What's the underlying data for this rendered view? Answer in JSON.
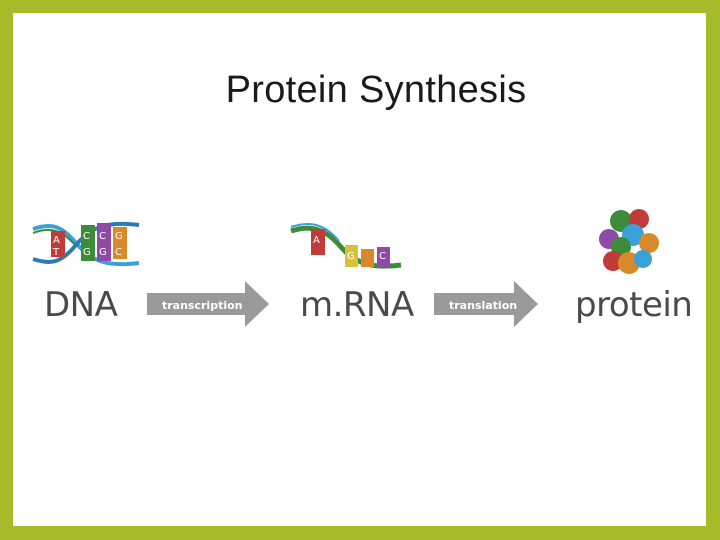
{
  "slide": {
    "title": "Protein Synthesis",
    "background": "#a6bb2a"
  },
  "diagram": {
    "nodes": [
      {
        "id": "dna",
        "label": "DNA",
        "icon": "dna-double-helix-icon"
      },
      {
        "id": "mrna",
        "label": "m.RNA",
        "icon": "mrna-strand-icon"
      },
      {
        "id": "protein",
        "label": "protein",
        "icon": "protein-cluster-icon"
      }
    ],
    "edges": [
      {
        "from": "dna",
        "to": "mrna",
        "label": "transcription"
      },
      {
        "from": "mrna",
        "to": "protein",
        "label": "translation"
      }
    ],
    "dna_bases": {
      "top": [
        "A",
        "C",
        "C",
        "G"
      ],
      "bottom": [
        "T",
        "G",
        "G",
        "C"
      ]
    },
    "mrna_bases": [
      "A",
      "G",
      "C"
    ],
    "colors": {
      "arrow": "#9a9a9a",
      "label_text": "#4a4a4a",
      "helix_green": "#3d8c3a",
      "helix_blue": "#3aa0d8"
    }
  }
}
